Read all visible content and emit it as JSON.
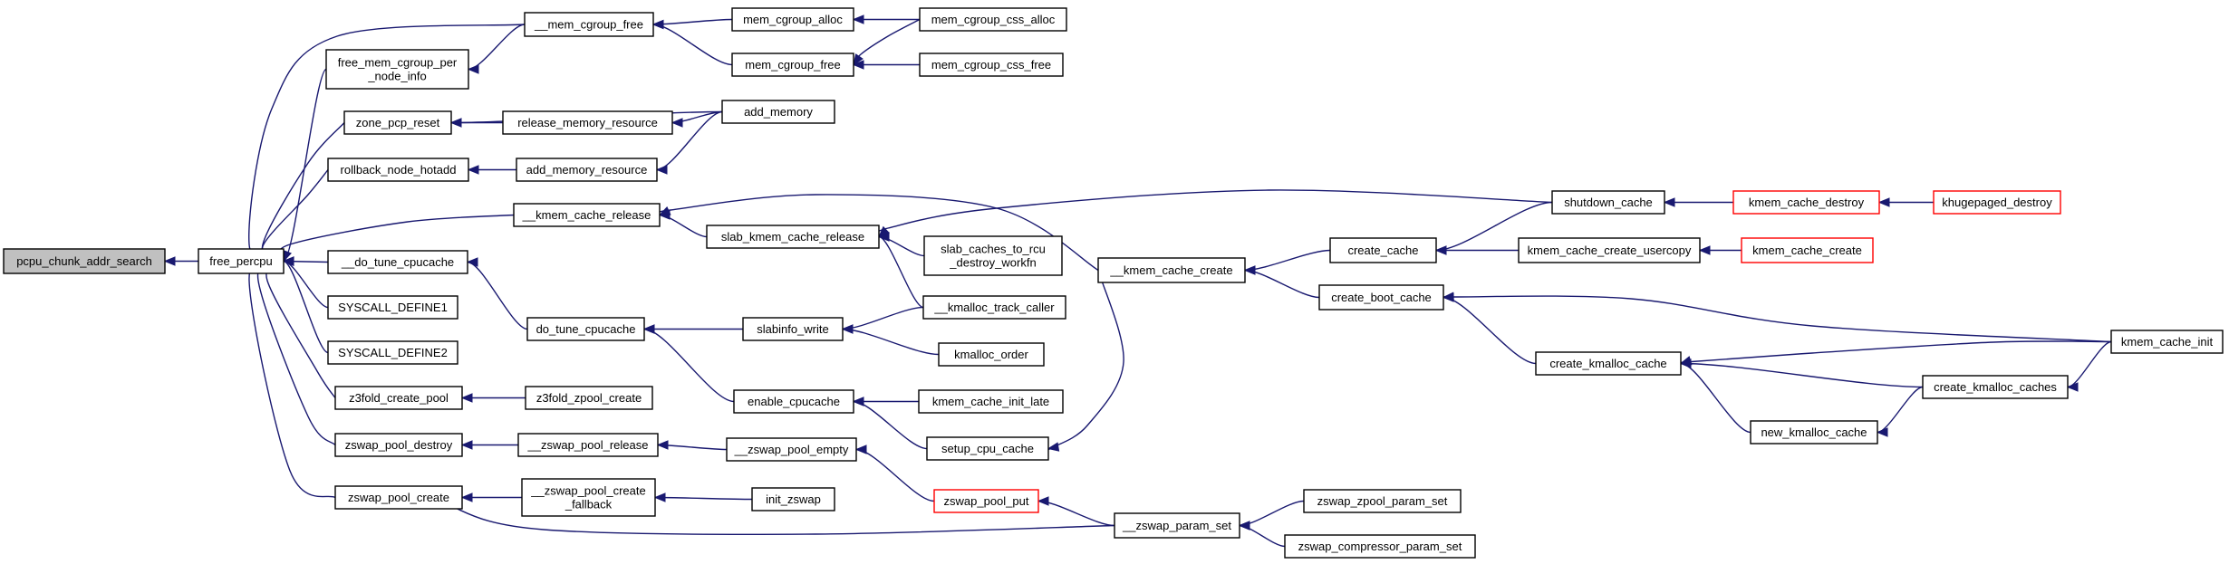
{
  "graph": {
    "colors": {
      "edge": "#191970",
      "node_border": "#000000",
      "highlight_border": "#ff0000",
      "root_fill": "#c0c0c0"
    },
    "nodes": [
      {
        "id": "pcpu",
        "lines": [
          "pcpu_chunk_addr_search"
        ],
        "style": "root"
      },
      {
        "id": "free_percpu",
        "lines": [
          "free_percpu"
        ]
      },
      {
        "id": "free_mem_cgroup_per_node_info",
        "lines": [
          "free_mem_cgroup_per",
          "_node_info"
        ]
      },
      {
        "id": "zone_pcp_reset",
        "lines": [
          "zone_pcp_reset"
        ]
      },
      {
        "id": "rollback_node_hotadd",
        "lines": [
          "rollback_node_hotadd"
        ]
      },
      {
        "id": "kmem_cache_release",
        "lines": [
          "__kmem_cache_release"
        ]
      },
      {
        "id": "do_tune_cpucache_u",
        "lines": [
          "__do_tune_cpucache"
        ]
      },
      {
        "id": "syscall_define1",
        "lines": [
          "SYSCALL_DEFINE1"
        ]
      },
      {
        "id": "syscall_define2",
        "lines": [
          "SYSCALL_DEFINE2"
        ]
      },
      {
        "id": "z3fold_create_pool",
        "lines": [
          "z3fold_create_pool"
        ]
      },
      {
        "id": "zswap_pool_destroy",
        "lines": [
          "zswap_pool_destroy"
        ]
      },
      {
        "id": "zswap_pool_create",
        "lines": [
          "zswap_pool_create"
        ]
      },
      {
        "id": "mem_cgroup_free_u",
        "lines": [
          "__mem_cgroup_free"
        ]
      },
      {
        "id": "release_memory_resource",
        "lines": [
          "release_memory_resource"
        ]
      },
      {
        "id": "add_memory_resource",
        "lines": [
          "add_memory_resource"
        ]
      },
      {
        "id": "slab_kmem_cache_release",
        "lines": [
          "slab_kmem_cache_release"
        ]
      },
      {
        "id": "do_tune_cpucache",
        "lines": [
          "do_tune_cpucache"
        ]
      },
      {
        "id": "z3fold_zpool_create",
        "lines": [
          "z3fold_zpool_create"
        ]
      },
      {
        "id": "zswap_pool_release",
        "lines": [
          "__zswap_pool_release"
        ]
      },
      {
        "id": "zswap_pool_create_fallback",
        "lines": [
          "__zswap_pool_create",
          "_fallback"
        ]
      },
      {
        "id": "mem_cgroup_alloc",
        "lines": [
          "mem_cgroup_alloc"
        ]
      },
      {
        "id": "mem_cgroup_free",
        "lines": [
          "mem_cgroup_free"
        ]
      },
      {
        "id": "slabinfo_write",
        "lines": [
          "slabinfo_write"
        ]
      },
      {
        "id": "enable_cpucache",
        "lines": [
          "enable_cpucache"
        ]
      },
      {
        "id": "zswap_pool_empty",
        "lines": [
          "__zswap_pool_empty"
        ]
      },
      {
        "id": "init_zswap",
        "lines": [
          "init_zswap"
        ]
      },
      {
        "id": "mem_cgroup_css_alloc",
        "lines": [
          "mem_cgroup_css_alloc"
        ]
      },
      {
        "id": "mem_cgroup_css_free",
        "lines": [
          "mem_cgroup_css_free"
        ]
      },
      {
        "id": "add_memory",
        "lines": [
          "add_memory"
        ]
      },
      {
        "id": "slab_caches_to_rcu",
        "lines": [
          "slab_caches_to_rcu",
          "_destroy_workfn"
        ]
      },
      {
        "id": "kmalloc_track_caller",
        "lines": [
          "__kmalloc_track_caller"
        ]
      },
      {
        "id": "kmalloc_order",
        "lines": [
          "kmalloc_order"
        ]
      },
      {
        "id": "kmem_cache_init_late",
        "lines": [
          "kmem_cache_init_late"
        ]
      },
      {
        "id": "setup_cpu_cache",
        "lines": [
          "setup_cpu_cache"
        ]
      },
      {
        "id": "zswap_pool_put",
        "lines": [
          "zswap_pool_put"
        ],
        "style": "red"
      },
      {
        "id": "kmem_cache_create_u",
        "lines": [
          "__kmem_cache_create"
        ]
      },
      {
        "id": "zswap_param_set",
        "lines": [
          "__zswap_param_set"
        ]
      },
      {
        "id": "create_cache",
        "lines": [
          "create_cache"
        ]
      },
      {
        "id": "create_boot_cache",
        "lines": [
          "create_boot_cache"
        ]
      },
      {
        "id": "zswap_zpool_param_set",
        "lines": [
          "zswap_zpool_param_set"
        ]
      },
      {
        "id": "zswap_compressor_param_set",
        "lines": [
          "zswap_compressor_param_set"
        ]
      },
      {
        "id": "shutdown_cache",
        "lines": [
          "shutdown_cache"
        ]
      },
      {
        "id": "kmem_cache_create_usercopy",
        "lines": [
          "kmem_cache_create_usercopy"
        ]
      },
      {
        "id": "create_kmalloc_cache",
        "lines": [
          "create_kmalloc_cache"
        ]
      },
      {
        "id": "new_kmalloc_cache",
        "lines": [
          "new_kmalloc_cache"
        ]
      },
      {
        "id": "kmem_cache_destroy",
        "lines": [
          "kmem_cache_destroy"
        ],
        "style": "red"
      },
      {
        "id": "kmem_cache_create",
        "lines": [
          "kmem_cache_create"
        ],
        "style": "red"
      },
      {
        "id": "create_kmalloc_caches",
        "lines": [
          "create_kmalloc_caches"
        ]
      },
      {
        "id": "khugepaged_destroy",
        "lines": [
          "khugepaged_destroy"
        ],
        "style": "red"
      },
      {
        "id": "kmem_cache_init",
        "lines": [
          "kmem_cache_init"
        ]
      }
    ],
    "edges": [
      [
        "free_percpu",
        "pcpu"
      ],
      [
        "free_mem_cgroup_per_node_info",
        "free_percpu"
      ],
      [
        "zone_pcp_reset",
        "free_percpu"
      ],
      [
        "rollback_node_hotadd",
        "free_percpu"
      ],
      [
        "kmem_cache_release",
        "free_percpu"
      ],
      [
        "do_tune_cpucache_u",
        "free_percpu"
      ],
      [
        "syscall_define1",
        "free_percpu"
      ],
      [
        "syscall_define2",
        "free_percpu"
      ],
      [
        "z3fold_create_pool",
        "free_percpu"
      ],
      [
        "zswap_pool_destroy",
        "free_percpu"
      ],
      [
        "zswap_pool_create",
        "free_percpu"
      ],
      [
        "mem_cgroup_free_u",
        "free_percpu"
      ],
      [
        "mem_cgroup_free_u",
        "free_mem_cgroup_per_node_info"
      ],
      [
        "release_memory_resource",
        "zone_pcp_reset"
      ],
      [
        "add_memory",
        "zone_pcp_reset"
      ],
      [
        "add_memory_resource",
        "rollback_node_hotadd"
      ],
      [
        "slab_kmem_cache_release",
        "kmem_cache_release"
      ],
      [
        "kmem_cache_create_u",
        "kmem_cache_release"
      ],
      [
        "do_tune_cpucache",
        "do_tune_cpucache_u"
      ],
      [
        "z3fold_zpool_create",
        "z3fold_create_pool"
      ],
      [
        "zswap_pool_release",
        "zswap_pool_destroy"
      ],
      [
        "zswap_pool_create_fallback",
        "zswap_pool_create"
      ],
      [
        "zswap_param_set",
        "zswap_pool_create"
      ],
      [
        "mem_cgroup_alloc",
        "mem_cgroup_free_u"
      ],
      [
        "mem_cgroup_free",
        "mem_cgroup_free_u"
      ],
      [
        "add_memory",
        "release_memory_resource"
      ],
      [
        "add_memory",
        "add_memory_resource"
      ],
      [
        "slab_caches_to_rcu",
        "slab_kmem_cache_release"
      ],
      [
        "kmalloc_track_caller",
        "slab_kmem_cache_release"
      ],
      [
        "shutdown_cache",
        "slab_kmem_cache_release"
      ],
      [
        "slabinfo_write",
        "do_tune_cpucache"
      ],
      [
        "enable_cpucache",
        "do_tune_cpucache"
      ],
      [
        "zswap_pool_empty",
        "zswap_pool_release"
      ],
      [
        "init_zswap",
        "zswap_pool_create_fallback"
      ],
      [
        "mem_cgroup_css_alloc",
        "mem_cgroup_alloc"
      ],
      [
        "mem_cgroup_css_alloc",
        "mem_cgroup_free"
      ],
      [
        "mem_cgroup_css_free",
        "mem_cgroup_free"
      ],
      [
        "kmalloc_track_caller",
        "slabinfo_write"
      ],
      [
        "kmalloc_order",
        "slabinfo_write"
      ],
      [
        "kmem_cache_init_late",
        "enable_cpucache"
      ],
      [
        "setup_cpu_cache",
        "enable_cpucache"
      ],
      [
        "zswap_pool_put",
        "zswap_pool_empty"
      ],
      [
        "kmem_cache_create_u",
        "setup_cpu_cache"
      ],
      [
        "zswap_param_set",
        "zswap_pool_put"
      ],
      [
        "create_cache",
        "kmem_cache_create_u"
      ],
      [
        "create_boot_cache",
        "kmem_cache_create_u"
      ],
      [
        "zswap_zpool_param_set",
        "zswap_param_set"
      ],
      [
        "zswap_compressor_param_set",
        "zswap_param_set"
      ],
      [
        "shutdown_cache",
        "create_cache"
      ],
      [
        "kmem_cache_create_usercopy",
        "create_cache"
      ],
      [
        "create_kmalloc_cache",
        "create_boot_cache"
      ],
      [
        "kmem_cache_init",
        "create_boot_cache"
      ],
      [
        "kmem_cache_destroy",
        "shutdown_cache"
      ],
      [
        "kmem_cache_create",
        "kmem_cache_create_usercopy"
      ],
      [
        "kmem_cache_init",
        "create_kmalloc_cache"
      ],
      [
        "create_kmalloc_caches",
        "create_kmalloc_cache"
      ],
      [
        "new_kmalloc_cache",
        "create_kmalloc_cache"
      ],
      [
        "khugepaged_destroy",
        "kmem_cache_destroy"
      ],
      [
        "create_kmalloc_caches",
        "new_kmalloc_cache"
      ],
      [
        "kmem_cache_init",
        "create_kmalloc_caches"
      ]
    ]
  }
}
